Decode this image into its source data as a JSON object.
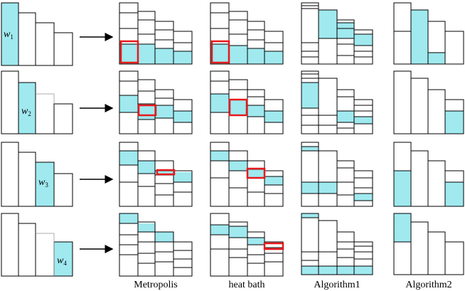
{
  "columns": [
    "Metropolis",
    "heat bath",
    "Algorithm1",
    "Algorithm2"
  ],
  "weights": [
    {
      "symbol": "w",
      "index": "1"
    },
    {
      "symbol": "w",
      "index": "2"
    },
    {
      "symbol": "w",
      "index": "3"
    },
    {
      "symbol": "w",
      "index": "4"
    }
  ],
  "colors": {
    "highlight": "#9fe9ef",
    "outline": "#000000",
    "faint_outline": "#999999",
    "rejection_box": "#e8191b"
  }
}
